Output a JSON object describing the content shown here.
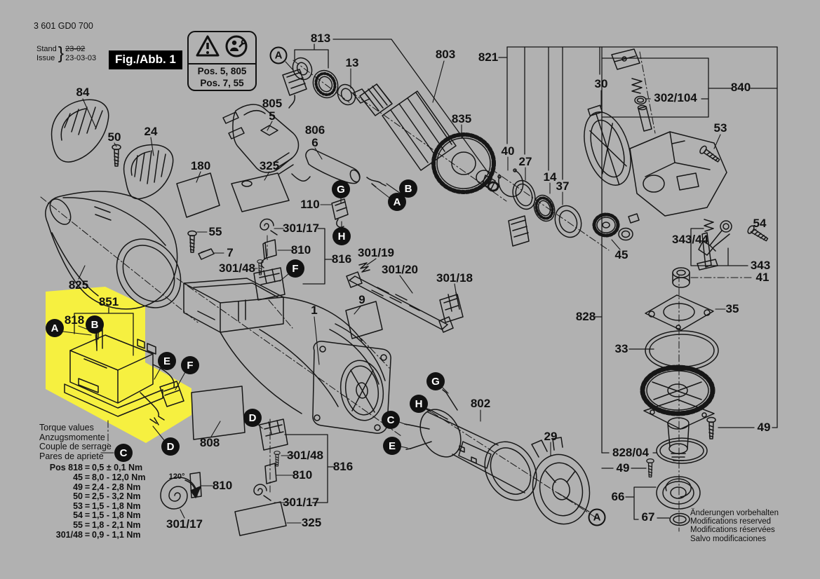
{
  "colors": {
    "background": "#b1b1b1",
    "highlight": "#f6f040",
    "line": "#161616"
  },
  "header": {
    "part_number": "3 601 GD0 700",
    "revision": {
      "label_top": "Stand",
      "label_bottom": "Issue",
      "brace": "}",
      "old_date": "23-02",
      "new_date": "23-03-03"
    },
    "figure_badge": "Fig./Abb. 1",
    "warning_box": {
      "pos_line_1": "Pos. 5, 805",
      "pos_line_2": "Pos. 7, 55"
    }
  },
  "torque_table": {
    "titles": [
      "Torque values",
      "Anzugsmomente",
      "Couple de serrage",
      "Pares de apriete"
    ],
    "separator": "=",
    "rows": [
      {
        "pos": "Pos 818",
        "value": "0,5 ± 0,1 Nm"
      },
      {
        "pos": "45",
        "value": "8,0 - 12,0 Nm"
      },
      {
        "pos": "49",
        "value": "2,4 - 2,8 Nm"
      },
      {
        "pos": "50",
        "value": "2,5 - 3,2 Nm"
      },
      {
        "pos": "53",
        "value": "1,5 - 1,8 Nm"
      },
      {
        "pos": "54",
        "value": "1,5 - 1,8 Nm"
      },
      {
        "pos": "55",
        "value": "1,8 - 2,1 Nm"
      },
      {
        "pos": "301/48",
        "value": "0,9 - 1,1 Nm"
      }
    ]
  },
  "footer_notes": [
    "Änderungen vorbehalten",
    "Modifications reserved",
    "Modifications réservées",
    "Salvo modificaciones"
  ],
  "detail_annotations": {
    "spring_angle": "120°"
  },
  "labels": {
    "l1": "1",
    "l7": "7",
    "l9": "9",
    "l13": "13",
    "l14": "14",
    "l24": "24",
    "l27": "27",
    "l29": "29",
    "l30": "30",
    "l33": "33",
    "l35": "35",
    "l37": "37",
    "l40": "40",
    "l41": "41",
    "l45": "45",
    "l49": "49",
    "l50": "50",
    "l53": "53",
    "l54": "54",
    "l55": "55",
    "l66": "66",
    "l67": "67",
    "l84": "84",
    "l110": "110",
    "l180": "180",
    "l325": "325",
    "l343": "343",
    "l343_44": "343/44",
    "l301_17": "301/17",
    "l301_18": "301/18",
    "l301_19": "301/19",
    "l301_20": "301/20",
    "l301_48": "301/48",
    "l302_104": "302/104",
    "l802": "802",
    "l803": "803",
    "l805_5": "805\n5",
    "l806_6": "806\n6",
    "l808": "808",
    "l810": "810",
    "l813": "813",
    "l816": "816",
    "l818": "818",
    "l821": "821",
    "l825": "825",
    "l828": "828",
    "l828_04": "828/04",
    "l835": "835",
    "l840": "840",
    "l851": "851"
  },
  "letters": {
    "A": "A",
    "B": "B",
    "C": "C",
    "D": "D",
    "E": "E",
    "F": "F",
    "G": "G",
    "H": "H"
  }
}
